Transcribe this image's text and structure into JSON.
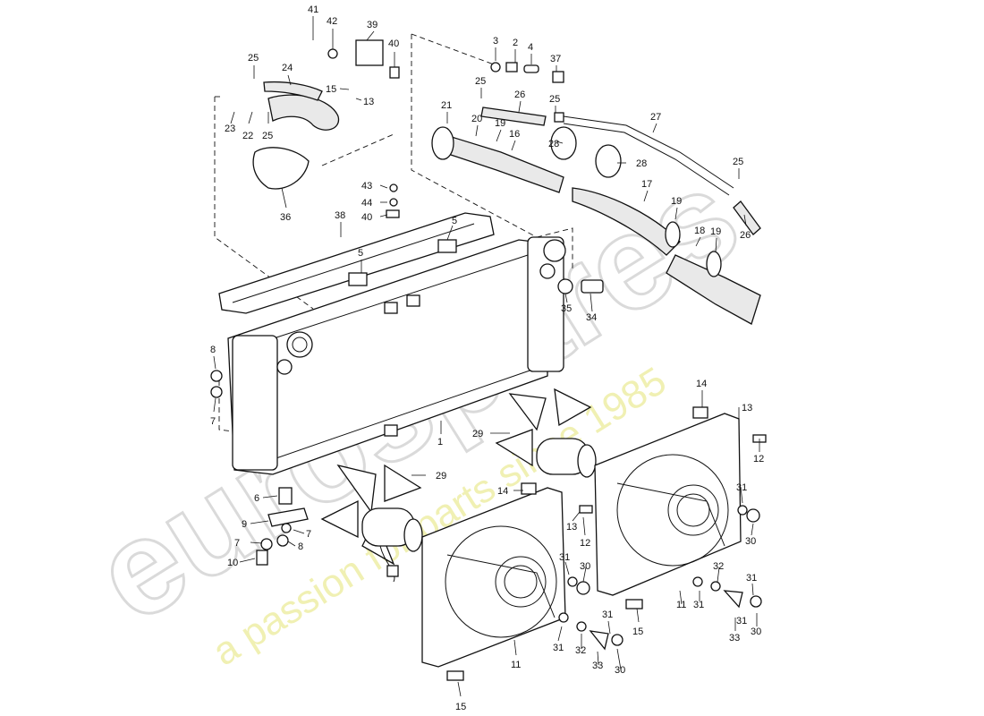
{
  "watermark": {
    "brand": "eurospares",
    "tagline": "a passion for parts since 1985",
    "brand_color": "#d9d9d9",
    "tagline_color": "#e8e890"
  },
  "callouts": [
    {
      "id": "c41",
      "text": "41"
    },
    {
      "id": "c42",
      "text": "42"
    },
    {
      "id": "c39",
      "text": "39"
    },
    {
      "id": "c40a",
      "text": "40"
    },
    {
      "id": "c25a",
      "text": "25"
    },
    {
      "id": "c24",
      "text": "24"
    },
    {
      "id": "c15a",
      "text": "15"
    },
    {
      "id": "c13a",
      "text": "13"
    },
    {
      "id": "c23",
      "text": "23"
    },
    {
      "id": "c22",
      "text": "22"
    },
    {
      "id": "c25b",
      "text": "25"
    },
    {
      "id": "c36",
      "text": "36"
    },
    {
      "id": "c43",
      "text": "43"
    },
    {
      "id": "c44",
      "text": "44"
    },
    {
      "id": "c40b",
      "text": "40"
    },
    {
      "id": "c38",
      "text": "38"
    },
    {
      "id": "c5a",
      "text": "5"
    },
    {
      "id": "c5b",
      "text": "5"
    },
    {
      "id": "c3",
      "text": "3"
    },
    {
      "id": "c2",
      "text": "2"
    },
    {
      "id": "c4",
      "text": "4"
    },
    {
      "id": "c37",
      "text": "37"
    },
    {
      "id": "c25c",
      "text": "25"
    },
    {
      "id": "c26a",
      "text": "26"
    },
    {
      "id": "c25d",
      "text": "25"
    },
    {
      "id": "c21",
      "text": "21"
    },
    {
      "id": "c20",
      "text": "20"
    },
    {
      "id": "c19a",
      "text": "19"
    },
    {
      "id": "c16",
      "text": "16"
    },
    {
      "id": "c28a",
      "text": "28"
    },
    {
      "id": "c28b",
      "text": "28"
    },
    {
      "id": "c27",
      "text": "27"
    },
    {
      "id": "c25e",
      "text": "25"
    },
    {
      "id": "c17",
      "text": "17"
    },
    {
      "id": "c19b",
      "text": "19"
    },
    {
      "id": "c18",
      "text": "18"
    },
    {
      "id": "c19c",
      "text": "19"
    },
    {
      "id": "c26b",
      "text": "26"
    },
    {
      "id": "c35",
      "text": "35"
    },
    {
      "id": "c34",
      "text": "34"
    },
    {
      "id": "c8a",
      "text": "8"
    },
    {
      "id": "c7a",
      "text": "7"
    },
    {
      "id": "c1",
      "text": "1"
    },
    {
      "id": "c29a",
      "text": "29"
    },
    {
      "id": "c29b",
      "text": "29"
    },
    {
      "id": "c14a",
      "text": "14"
    },
    {
      "id": "c13b",
      "text": "13"
    },
    {
      "id": "c12a",
      "text": "12"
    },
    {
      "id": "c14b",
      "text": "14"
    },
    {
      "id": "c13c",
      "text": "13"
    },
    {
      "id": "c12b",
      "text": "12"
    },
    {
      "id": "c6",
      "text": "6"
    },
    {
      "id": "c9",
      "text": "9"
    },
    {
      "id": "c7b",
      "text": "7"
    },
    {
      "id": "c7c",
      "text": "7"
    },
    {
      "id": "c8b",
      "text": "8"
    },
    {
      "id": "c10",
      "text": "10"
    },
    {
      "id": "c31a",
      "text": "31"
    },
    {
      "id": "c30a",
      "text": "30"
    },
    {
      "id": "c31b",
      "text": "31"
    },
    {
      "id": "c30b",
      "text": "30"
    },
    {
      "id": "c11a",
      "text": "11"
    },
    {
      "id": "c15b",
      "text": "15"
    },
    {
      "id": "c31c",
      "text": "31"
    },
    {
      "id": "c32a",
      "text": "32"
    },
    {
      "id": "c31d",
      "text": "31"
    },
    {
      "id": "c33a",
      "text": "33"
    },
    {
      "id": "c30c",
      "text": "30"
    },
    {
      "id": "c31e",
      "text": "31"
    },
    {
      "id": "c11b",
      "text": "11"
    },
    {
      "id": "c15c",
      "text": "15"
    },
    {
      "id": "c31f",
      "text": "31"
    },
    {
      "id": "c32b",
      "text": "32"
    },
    {
      "id": "c31g",
      "text": "31"
    },
    {
      "id": "c33b",
      "text": "33"
    },
    {
      "id": "c30d",
      "text": "30"
    }
  ]
}
